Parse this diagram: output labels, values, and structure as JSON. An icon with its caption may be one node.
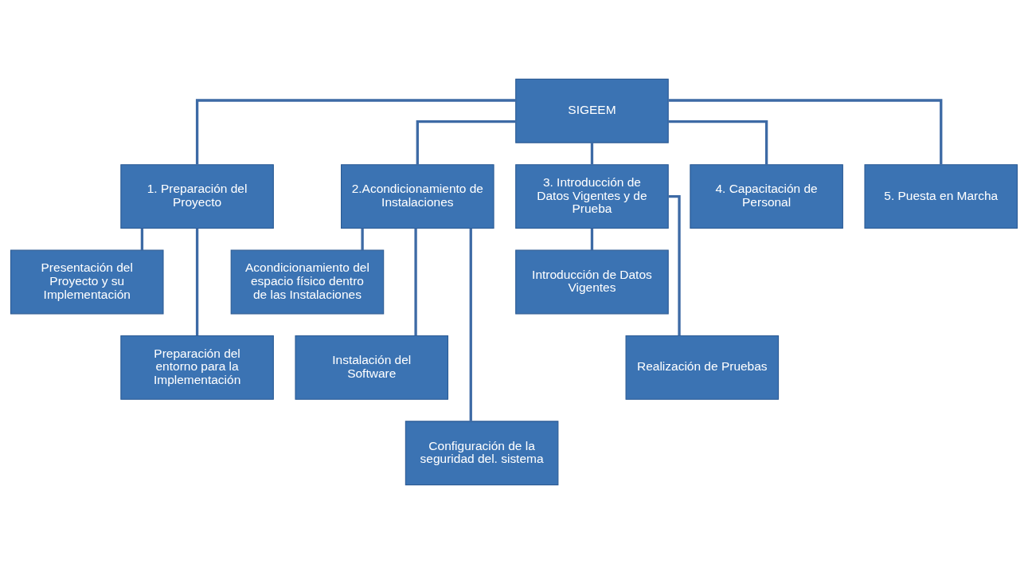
{
  "diagram": {
    "nodes": [
      {
        "text": [
          "SIGEEM"
        ]
      },
      {
        "text": [
          "1. Preparación del Proyecto"
        ]
      },
      {
        "text": [
          "2.Acondicionamiento de Instalaciones"
        ]
      },
      {
        "text": [
          "3. Introducción de Datos Vigentes y de Prueba"
        ]
      },
      {
        "text": [
          "4. Capacitación de Personal"
        ]
      },
      {
        "text": [
          "5. Puesta en Marcha"
        ]
      },
      {
        "text": [
          "Presentación del Proyecto y su Implementación"
        ]
      },
      {
        "text": [
          "Preparación del entorno para la Implementación"
        ]
      },
      {
        "text": [
          "Acondicionamiento del espacio físico dentro de las Instalaciones"
        ]
      },
      {
        "text": [
          "Instalación del Software"
        ]
      },
      {
        "text": [
          "Configuración de la seguridad del. sistema"
        ]
      },
      {
        "text": [
          "Introducción de Datos Vigentes"
        ]
      },
      {
        "text": [
          "Realización de Pruebas"
        ]
      }
    ],
    "edges": [
      {
        "from": 0,
        "to": 1,
        "arrow": "none"
      },
      {
        "from": 0,
        "to": 2,
        "arrow": "none"
      },
      {
        "from": 0,
        "to": 3,
        "arrow": "none"
      },
      {
        "from": 0,
        "to": 4,
        "arrow": "none"
      },
      {
        "from": 0,
        "to": 5,
        "arrow": "none"
      },
      {
        "from": 1,
        "to": 6,
        "arrow": "none"
      },
      {
        "from": 1,
        "to": 7,
        "arrow": "none"
      },
      {
        "from": 2,
        "to": 8,
        "arrow": "none"
      },
      {
        "from": 2,
        "to": 9,
        "arrow": "none"
      },
      {
        "from": 2,
        "to": 10,
        "arrow": "none"
      },
      {
        "from": 3,
        "to": 11,
        "arrow": "none"
      },
      {
        "from": 3,
        "to": 12,
        "arrow": "none"
      }
    ]
  }
}
